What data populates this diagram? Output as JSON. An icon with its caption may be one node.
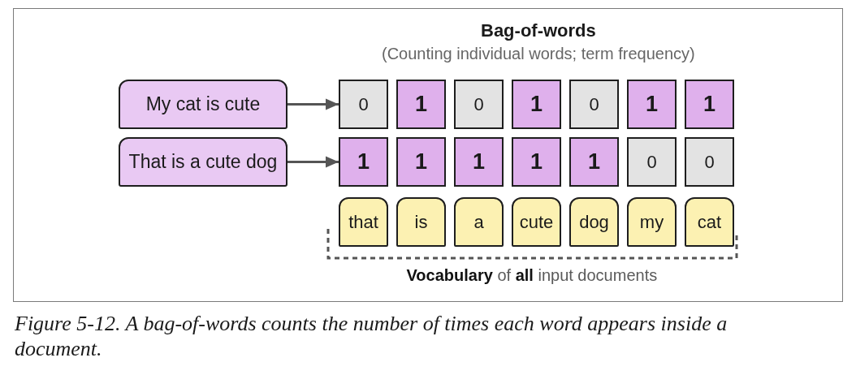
{
  "diagram": {
    "title": "Bag-of-words",
    "caption": "Figure 5-12. A bag-of-words counts the number of times each word appears inside a document.",
    "nodes": [
      {
        "text": [
          "My cat is cute"
        ]
      },
      {
        "text": [
          "0"
        ]
      },
      {
        "text": [
          "1"
        ]
      },
      {
        "text": [
          "0"
        ]
      },
      {
        "text": [
          "1"
        ]
      },
      {
        "text": [
          "0"
        ]
      },
      {
        "text": [
          "1"
        ]
      },
      {
        "text": [
          "1"
        ]
      },
      {
        "text": [
          "That is a cute dog"
        ]
      },
      {
        "text": [
          "1"
        ]
      },
      {
        "text": [
          "1"
        ]
      },
      {
        "text": [
          "1"
        ]
      },
      {
        "text": [
          "1"
        ]
      },
      {
        "text": [
          "1"
        ]
      },
      {
        "text": [
          "0"
        ]
      },
      {
        "text": [
          "0"
        ]
      },
      {
        "text": [
          "that"
        ]
      },
      {
        "text": [
          "is"
        ]
      },
      {
        "text": [
          "a"
        ]
      },
      {
        "text": [
          "cute"
        ]
      },
      {
        "text": [
          "dog"
        ]
      },
      {
        "text": [
          "my"
        ]
      },
      {
        "text": [
          "cat"
        ]
      }
    ],
    "edges": [
      {
        "from": 0,
        "to": 1,
        "arrow": "to"
      },
      {
        "from": 8,
        "to": 9,
        "arrow": "to"
      }
    ],
    "labels": [
      "(Counting individual words; term frequency)",
      "**Vocabulary** of **all** input documents"
    ]
  }
}
